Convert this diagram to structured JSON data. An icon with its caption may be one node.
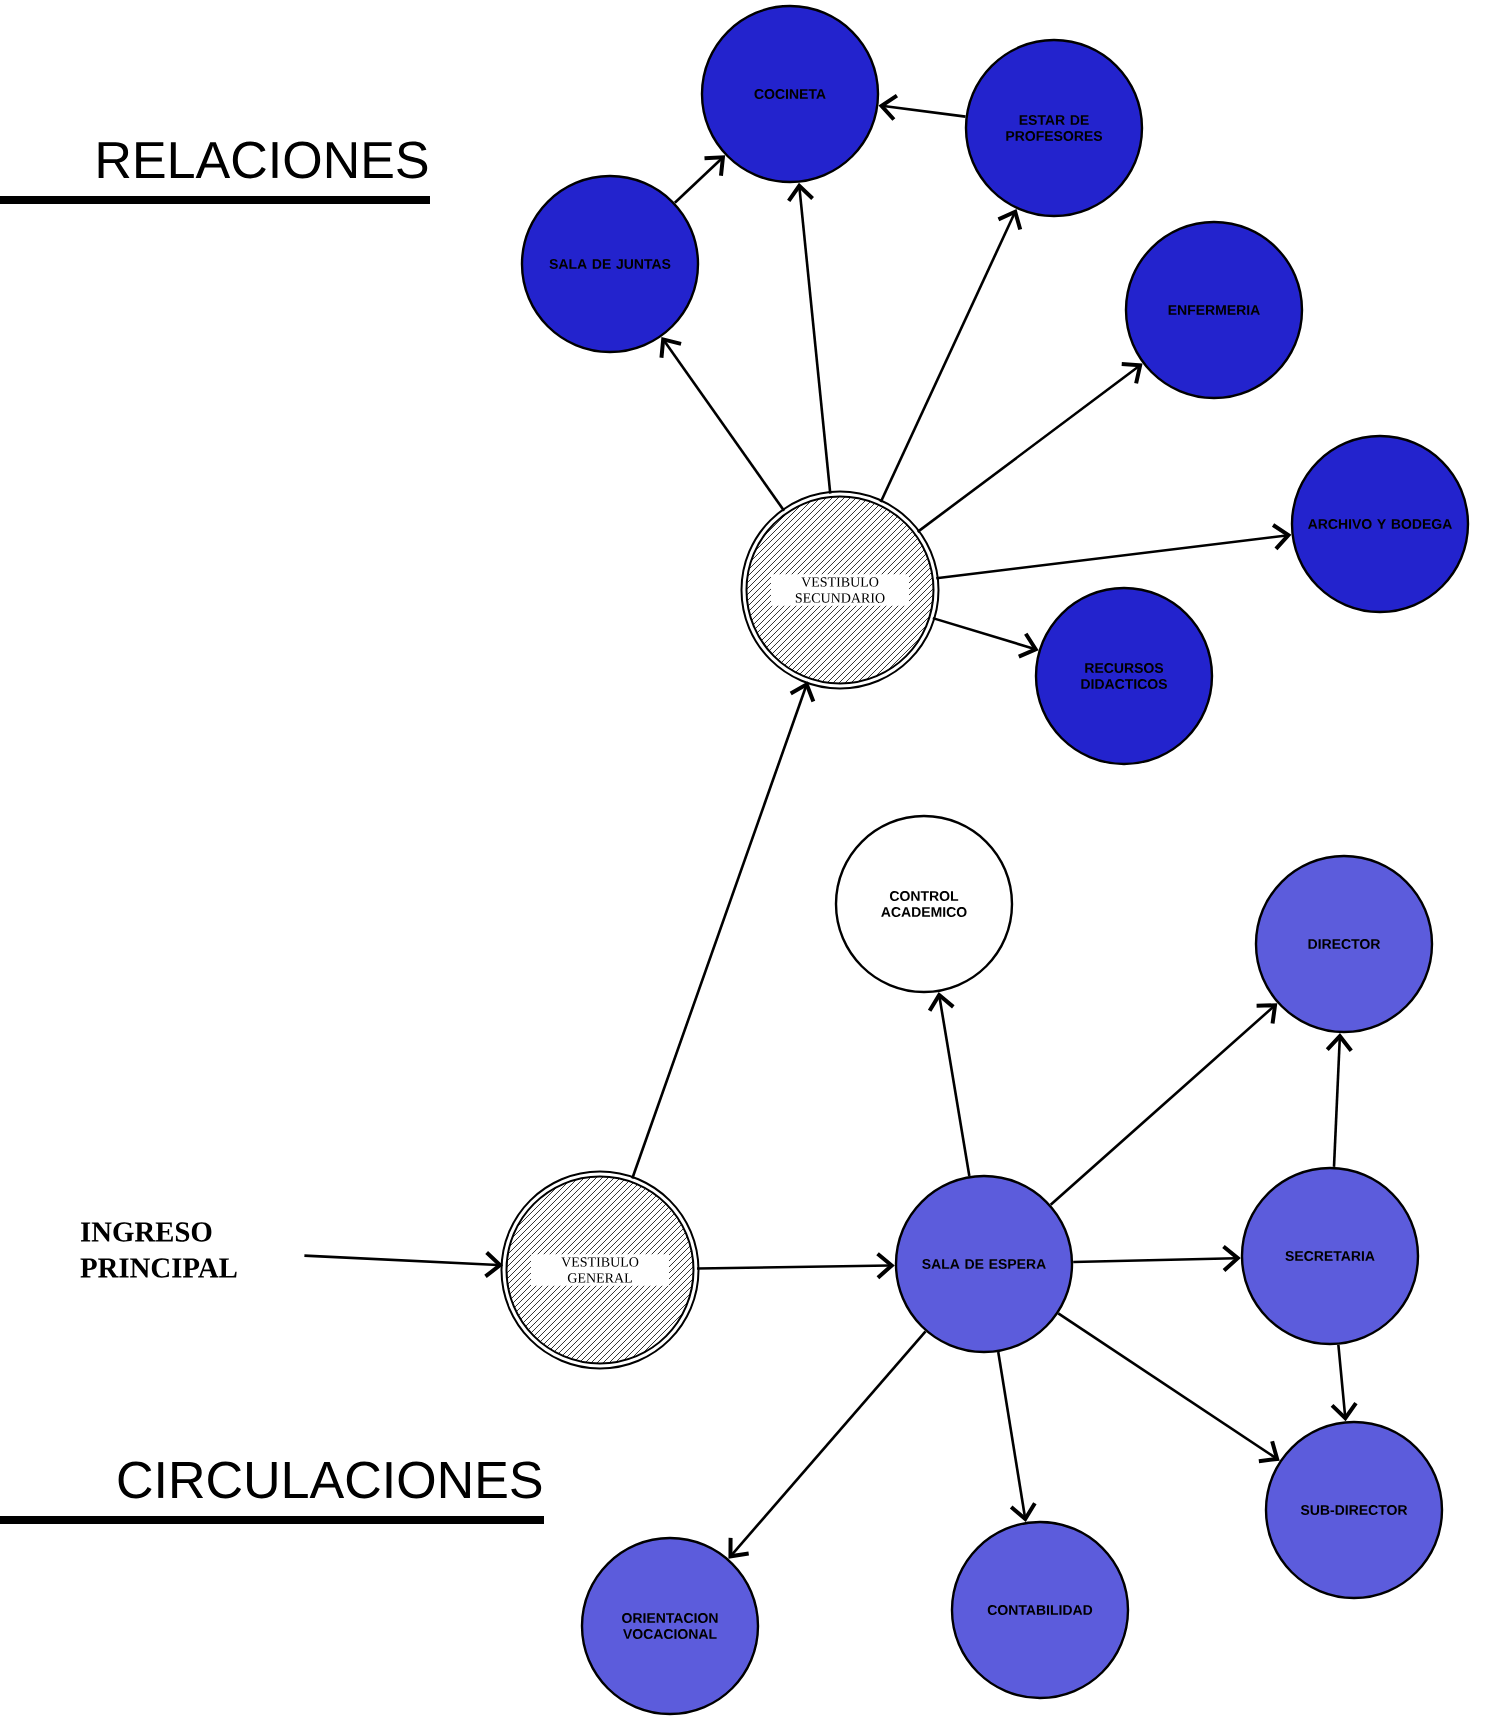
{
  "diagram": {
    "nodes": [
      {
        "text": [
          "COCINETA"
        ]
      },
      {
        "text": [
          "ESTAR DE PROFESORES"
        ]
      },
      {
        "text": [
          "SALA DE JUNTAS"
        ]
      },
      {
        "text": [
          "ENFERMERIA"
        ]
      },
      {
        "text": [
          "ARCHIVO Y BODEGA"
        ]
      },
      {
        "text": [
          "VESTIBULO SECUNDARIO"
        ]
      },
      {
        "text": [
          "RECURSOS DIDACTICOS"
        ]
      },
      {
        "text": [
          "CONTROL ACADEMICO"
        ]
      },
      {
        "text": [
          "DIRECTOR"
        ]
      },
      {
        "text": [
          "INGRESO PRINCIPAL"
        ]
      },
      {
        "text": [
          "VESTIBULO GENERAL"
        ]
      },
      {
        "text": [
          "SALA DE ESPERA"
        ]
      },
      {
        "text": [
          "SECRETARIA"
        ]
      },
      {
        "text": [
          "ORIENTACION VOCACIONAL"
        ]
      },
      {
        "text": [
          "CONTABILIDAD"
        ]
      },
      {
        "text": [
          "SUB-DIRECTOR"
        ]
      }
    ],
    "edges": [
      {
        "from": 1,
        "to": 0,
        "arrow": "to"
      },
      {
        "from": 2,
        "to": 0,
        "arrow": "to"
      },
      {
        "from": 5,
        "to": 0,
        "arrow": "to"
      },
      {
        "from": 5,
        "to": 2,
        "arrow": "to"
      },
      {
        "from": 5,
        "to": 1,
        "arrow": "to"
      },
      {
        "from": 5,
        "to": 3,
        "arrow": "to"
      },
      {
        "from": 5,
        "to": 4,
        "arrow": "to"
      },
      {
        "from": 5,
        "to": 6,
        "arrow": "to"
      },
      {
        "from": 10,
        "to": 5,
        "arrow": "to"
      },
      {
        "from": 9,
        "to": 10,
        "arrow": "to"
      },
      {
        "from": 10,
        "to": 11,
        "arrow": "to"
      },
      {
        "from": 11,
        "to": 7,
        "arrow": "to"
      },
      {
        "from": 11,
        "to": 8,
        "arrow": "to"
      },
      {
        "from": 11,
        "to": 12,
        "arrow": "to"
      },
      {
        "from": 11,
        "to": 13,
        "arrow": "to"
      },
      {
        "from": 11,
        "to": 14,
        "arrow": "to"
      },
      {
        "from": 11,
        "to": 15,
        "arrow": "to"
      },
      {
        "from": 12,
        "to": 8,
        "arrow": "to"
      },
      {
        "from": 12,
        "to": 15,
        "arrow": "to"
      }
    ],
    "labels": [
      "RELACIONES",
      "CIRCULACIONES"
    ]
  }
}
